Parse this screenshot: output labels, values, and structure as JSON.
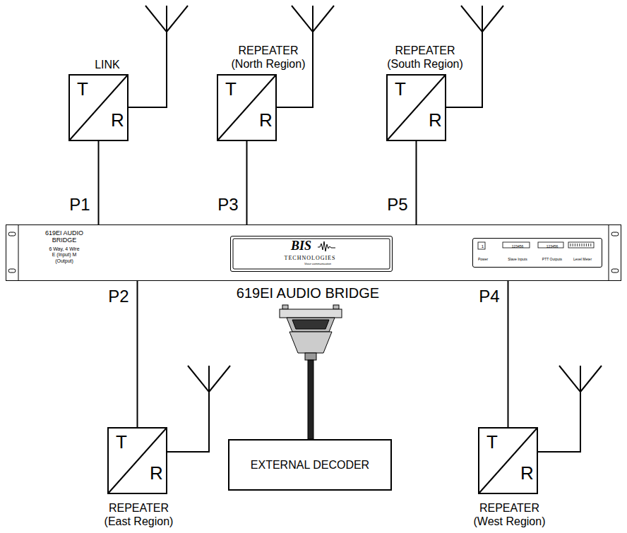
{
  "diagram": {
    "nodes": [
      {
        "text": [
          "LINK",
          "T",
          "R"
        ]
      },
      {
        "text": [
          "REPEATER (North Region)",
          "T",
          "R"
        ]
      },
      {
        "text": [
          "REPEATER (South Region)",
          "T",
          "R"
        ]
      },
      {
        "text": [
          "619EI AUDIO BRIDGE",
          "6 Way, 4 Wire E (Input) M (Output)",
          "619EI AUDIO BRIDGE"
        ]
      },
      {
        "text": [
          "BIS",
          "TECHNOLOGIES",
          "Voice communication"
        ],
        "in": 3
      },
      {
        "text": [
          "1",
          "Power",
          "123456",
          "Slave Inputs",
          "123456",
          "PTT Outputs",
          "Level Meter"
        ],
        "in": 3
      },
      {
        "text": [
          "REPEATER (East Region)",
          "T",
          "R"
        ]
      },
      {
        "text": [
          "REPEATER (West Region)",
          "T",
          "R"
        ]
      },
      {
        "text": [
          "EXTERNAL DECODER"
        ]
      }
    ],
    "edges": [
      {
        "from": 0,
        "to": 3,
        "arrow": "none",
        "label": "P1"
      },
      {
        "from": 3,
        "to": 6,
        "arrow": "none",
        "label": "P2"
      },
      {
        "from": 1,
        "to": 3,
        "arrow": "none",
        "label": "P3"
      },
      {
        "from": 3,
        "to": 7,
        "arrow": "none",
        "label": "P4"
      },
      {
        "from": 2,
        "to": 3,
        "arrow": "none",
        "label": "P5"
      }
    ]
  }
}
